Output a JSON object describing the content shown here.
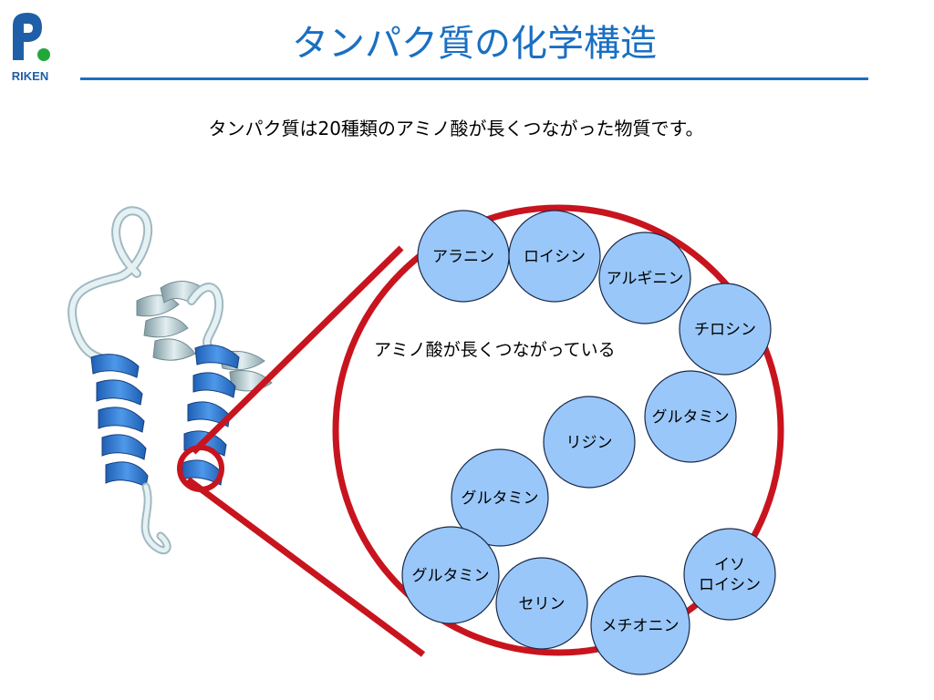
{
  "logo": {
    "text": "RIKEN",
    "colors": {
      "blue": "#1e5fa8",
      "green": "#22a83a"
    }
  },
  "slide": {
    "title": "タンパク質の化学構造",
    "subtitle": "タンパク質は20種類のアミノ酸が長くつながった物質です。"
  },
  "zoom": {
    "note": "アミノ酸が長くつながっている",
    "ring_color": "#c8141e",
    "bead_fill": "#99c7f9",
    "bead_stroke": "#1a2a4a",
    "helix_color": "#3b82dc",
    "loop_color": "#cfe6ee"
  },
  "amino_acids": [
    {
      "id": "alanine",
      "lines": [
        "アラニン"
      ]
    },
    {
      "id": "leucine",
      "lines": [
        "ロイシン"
      ]
    },
    {
      "id": "arginine",
      "lines": [
        "アルギニン"
      ]
    },
    {
      "id": "tyrosine",
      "lines": [
        "チロシン"
      ]
    },
    {
      "id": "glutamine-1",
      "lines": [
        "グルタミン"
      ]
    },
    {
      "id": "lysine",
      "lines": [
        "リジン"
      ]
    },
    {
      "id": "glutamine-2",
      "lines": [
        "グルタミン"
      ]
    },
    {
      "id": "glutamine-3",
      "lines": [
        "グルタミン"
      ]
    },
    {
      "id": "serine",
      "lines": [
        "セリン"
      ]
    },
    {
      "id": "methionine",
      "lines": [
        "メチオニン"
      ]
    },
    {
      "id": "isoleucine",
      "lines": [
        "イソ",
        "ロイシン"
      ]
    }
  ]
}
